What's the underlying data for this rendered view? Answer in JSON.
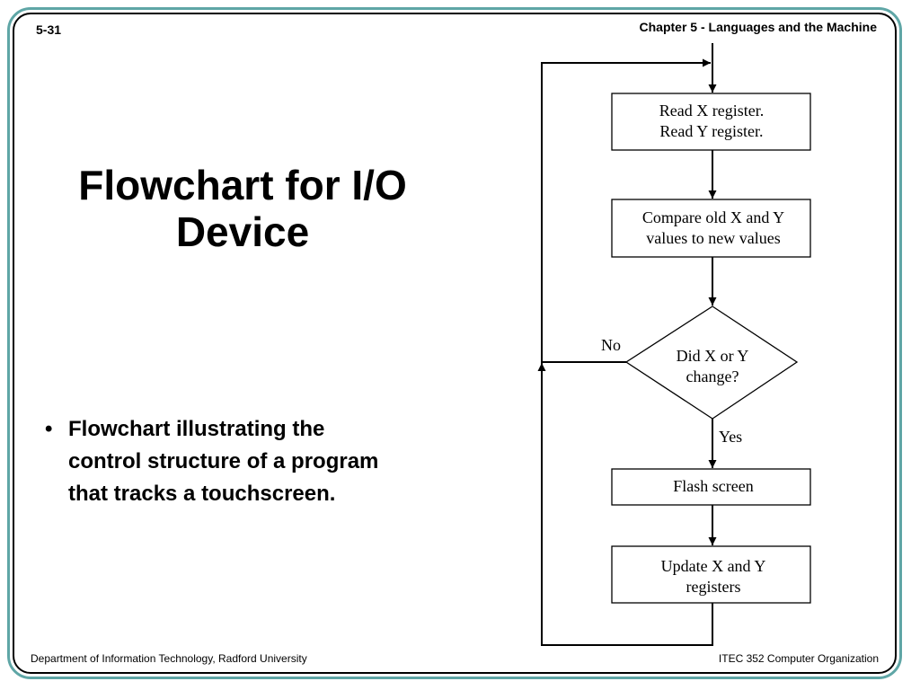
{
  "header": {
    "slide_number": "5-31",
    "chapter": "Chapter 5 - Languages and the Machine"
  },
  "title": {
    "line1": "Flowchart for I/O",
    "line2": "Device"
  },
  "bullets": [
    {
      "line1": "Flowchart illustrating the",
      "line2": "control structure of a program",
      "line3": "that tracks a touchscreen."
    }
  ],
  "flowchart": {
    "read_registers": {
      "line1": "Read X register.",
      "line2": "Read Y register."
    },
    "compare_values": {
      "line1": "Compare old X and Y",
      "line2": "values to new values"
    },
    "decision": {
      "line1": "Did X or Y",
      "line2": "change?"
    },
    "no_label": "No",
    "yes_label": "Yes",
    "flash_screen": {
      "line1": "Flash screen"
    },
    "update_registers": {
      "line1": "Update X and Y",
      "line2": "registers"
    }
  },
  "footer": {
    "left": "Department of Information Technology, Radford University",
    "right": "ITEC 352 Computer Organization"
  }
}
